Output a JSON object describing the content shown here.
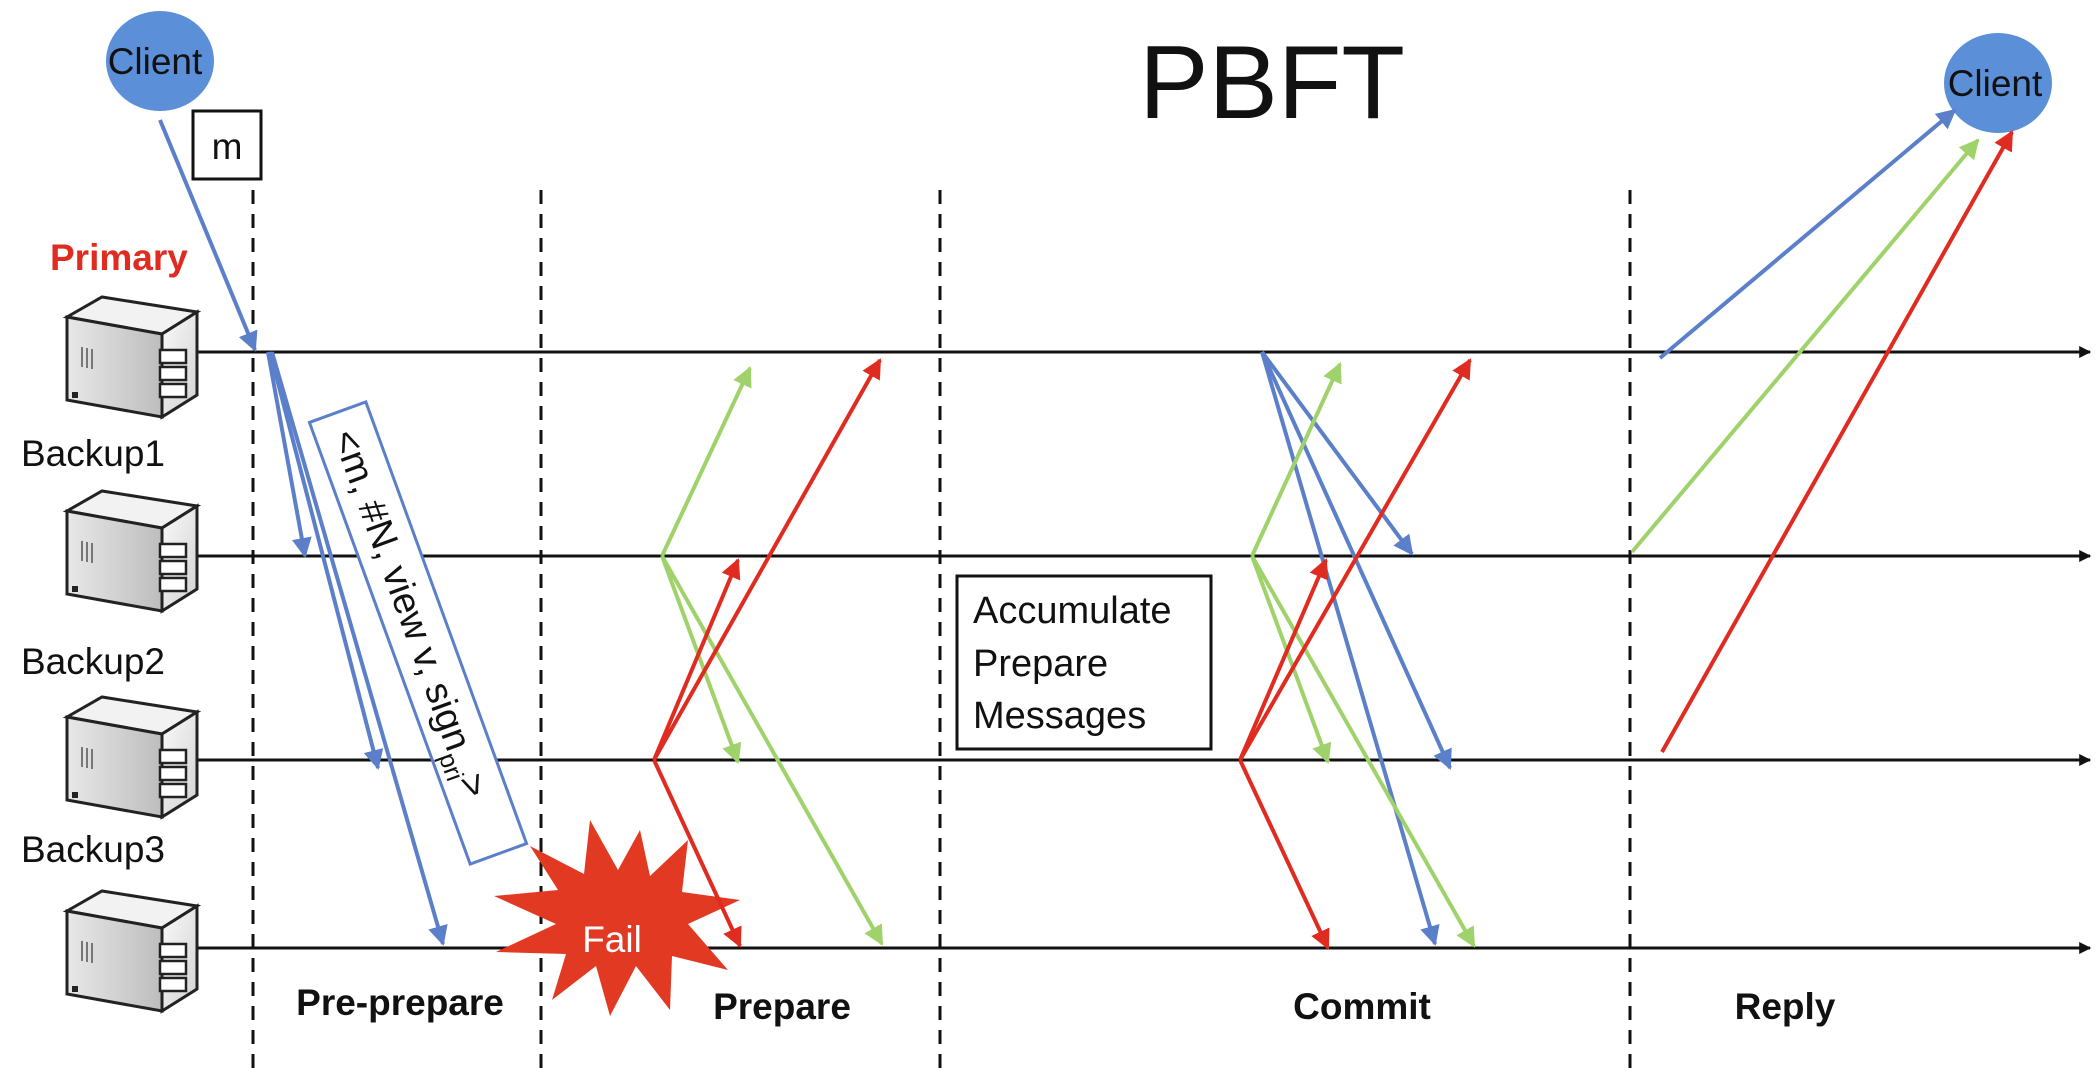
{
  "title": "PBFT",
  "clients": {
    "left_label": "Client",
    "right_label": "Client",
    "color": "#5b8fd8"
  },
  "message_box": "m",
  "nodes": [
    {
      "label": "Backup1"
    },
    {
      "label": "Backup2"
    },
    {
      "label": "Backup3"
    }
  ],
  "primary_label": "Primary",
  "phases": [
    "Pre-prepare",
    "Prepare",
    "Commit",
    "Reply"
  ],
  "pre_prepare_message": {
    "text": "<m, #N, view v, sign",
    "subscript": "pri",
    "suffix": ">"
  },
  "accumulate_box": [
    "Accumulate",
    "Prepare",
    "Messages"
  ],
  "fail_label": "Fail",
  "colors": {
    "blue": "#5b7fc9",
    "green": "#9fd26a",
    "red": "#e02b20",
    "primary_text": "#e02b20"
  }
}
